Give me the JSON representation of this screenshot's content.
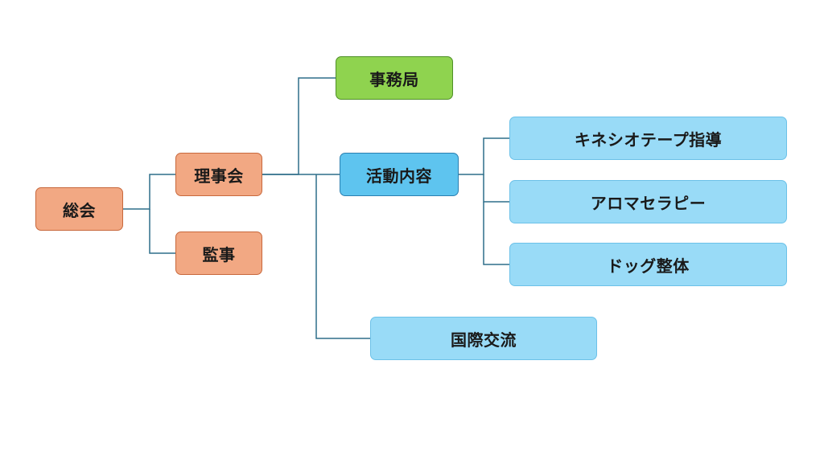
{
  "nodes": {
    "general_assembly": "総会",
    "board": "理事会",
    "auditor": "監事",
    "secretariat": "事務局",
    "activities": "活動内容",
    "kinesio": "キネシオテープ指導",
    "aroma": "アロマセラピー",
    "dog": "ドッグ整体",
    "international": "国際交流"
  },
  "colors": {
    "orange_fill": "#f2a883",
    "green_fill": "#8fd34f",
    "blue_dark_fill": "#5ec4ef",
    "blue_light_fill": "#99dbf7",
    "connector": "#2f6f8a"
  }
}
